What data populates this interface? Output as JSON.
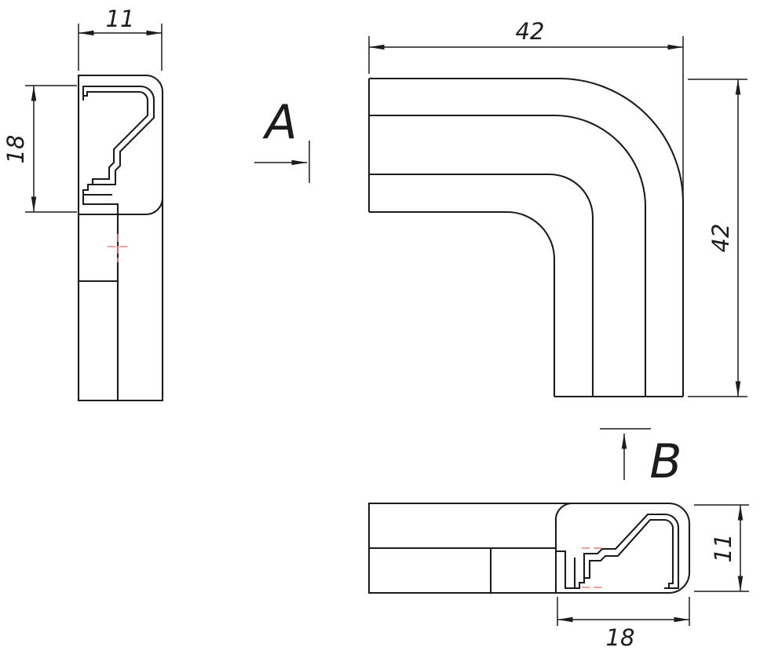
{
  "drawing": {
    "title": "corner-piece-three-view-technical-drawing",
    "view_labels": {
      "a": "A",
      "b": "B"
    },
    "dimensions": {
      "side_view_width": "11",
      "side_view_height": "18",
      "front_view_width": "42",
      "front_view_height": "42",
      "bottom_view_width": "18",
      "bottom_view_height": "11"
    },
    "colors": {
      "line": "#1c1c1c",
      "centerline": "#e88080",
      "background": "#ffffff"
    }
  }
}
